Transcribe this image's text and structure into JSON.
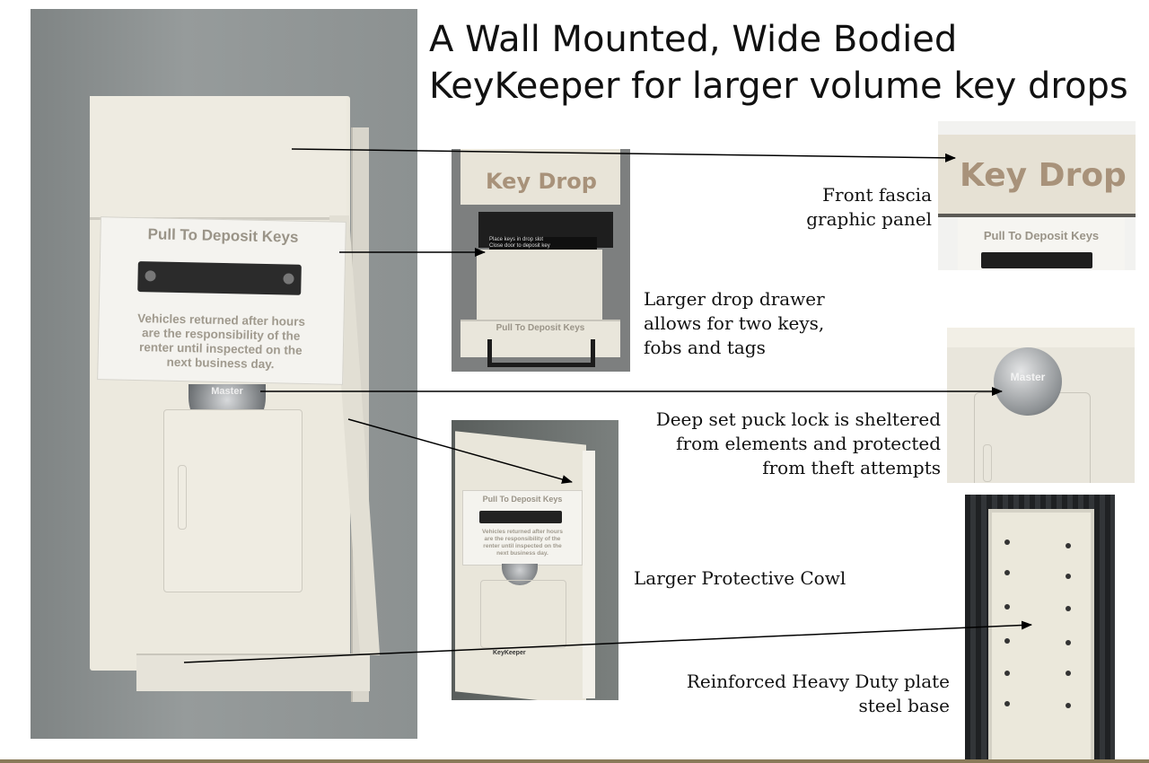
{
  "title": {
    "line1": "A Wall Mounted, Wide Bodied",
    "line2": "KeyKeeper for larger volume key drops"
  },
  "main_photo": {
    "plate_heading": "Pull To Deposit Keys",
    "plate_text_lines": [
      "Vehicles returned after hours",
      "are the responsibility of the",
      "renter until inspected on the",
      "next business day."
    ],
    "lock_brand": "Master"
  },
  "drawer_photo": {
    "panel_text": "Key Drop",
    "drawer_front_text": "Pull To Deposit Keys",
    "sticker_lines": [
      "Place keys in drop slot",
      "Close door to deposit key"
    ]
  },
  "fascia_photo": {
    "panel_text": "Key Drop",
    "plate_text": "Pull To Deposit Keys"
  },
  "lock_photo": {
    "lock_brand": "Master"
  },
  "cowl_photo": {
    "plate_heading": "Pull To Deposit Keys",
    "plate_text_lines": [
      "Vehicles returned after hours",
      "are the responsibility of the",
      "renter until inspected on the",
      "next business day."
    ],
    "brand": "KeyKeeper"
  },
  "captions": {
    "front_fascia": [
      "Front fascia",
      "graphic panel"
    ],
    "drawer": [
      "Larger drop drawer",
      "allows for two keys,",
      "fobs and tags"
    ],
    "lock": [
      "Deep set puck lock is sheltered",
      "from elements and protected",
      "from theft attempts"
    ],
    "cowl": [
      "Larger Protective Cowl"
    ],
    "base": [
      "Reinforced Heavy Duty plate",
      "steel base"
    ]
  },
  "colors": {
    "wall_grey": "#8e9393",
    "unit_cream": "#ece9de",
    "arrow": "#000000"
  }
}
